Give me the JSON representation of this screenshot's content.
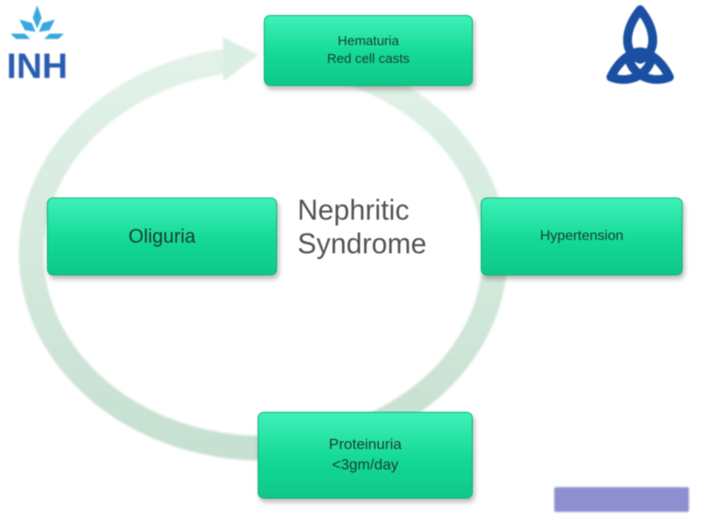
{
  "center": {
    "line1": "Nephritic",
    "line2": "Syndrome"
  },
  "nodes": {
    "top": {
      "line1": "Hematuria",
      "line2": "Red cell casts"
    },
    "right": {
      "line1": "Hypertension"
    },
    "bottom": {
      "line1": "Proteinuria",
      "line2": "<3gm/day"
    },
    "left": {
      "line1": "Oliguria"
    }
  },
  "logo_left": {
    "text": "INH",
    "color": "#2a5db0",
    "accent": "#3aa8e0"
  },
  "logo_right": {
    "color": "#1a4fa3"
  },
  "colors": {
    "node_fill": "#14d996",
    "node_border": "#0db07a",
    "cycle_arrow": "#d6ebdf",
    "tag": "#8e8fcf"
  }
}
